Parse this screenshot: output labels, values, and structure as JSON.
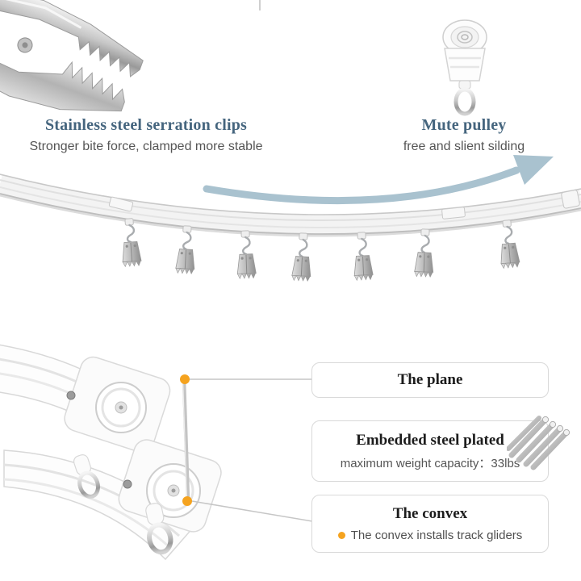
{
  "colors": {
    "heading_slate": "#45657e",
    "subtext_gray": "#555555",
    "box_title": "#1c1c1c",
    "box_border": "#d9d9d9",
    "arrow_blue": "#a9c2cf",
    "accent_orange": "#f5a31f",
    "metal_gray": "#b5b5b5",
    "track_white": "#f3f3f3"
  },
  "annotations": {
    "clips": {
      "title": "Stainless steel serration clips",
      "subtitle": "Stronger bite force, clamped more stable"
    },
    "pulley": {
      "title": "Mute pulley",
      "subtitle": "free and slient silding"
    }
  },
  "feature_boxes": {
    "plane": {
      "title": "The plane"
    },
    "steel": {
      "title": "Embedded steel plated",
      "subtitle": "maximum weight capacity：33lbs"
    },
    "convex": {
      "title": "The convex",
      "bullet": "The convex installs track gliders"
    }
  },
  "icons": {
    "clip_photo": "serration-clip-photo",
    "pulley_photo": "mute-pulley-photo",
    "swoosh": "swoosh-arrow",
    "track": "curtain-track-with-hook-clips",
    "hook_clip": "hook-clip",
    "closeup": "track-glider-closeup-photo",
    "rods": "steel-rods-photo",
    "marker": "orange-dot-marker"
  }
}
